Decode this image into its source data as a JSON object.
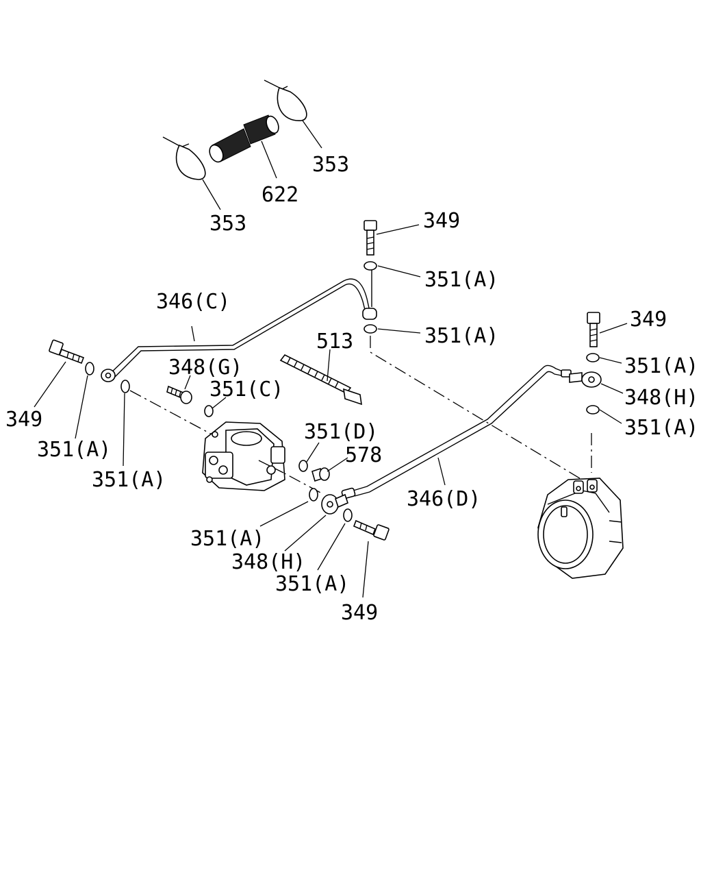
{
  "labels": {
    "clip_right": "353",
    "hose": "622",
    "clip_left": "353",
    "bolt_top": "349",
    "washer_top_1": "351(A)",
    "washer_top_2": "351(A)",
    "pipe_c": "346(C)",
    "clamp": "513",
    "bolt_right": "349",
    "washer_right_1": "351(A)",
    "eye_bolt_right": "348(H)",
    "washer_right_2": "351(A)",
    "eye_bolt_g": "348(G)",
    "washer_c": "351(C)",
    "bolt_left": "349",
    "washer_left_1": "351(A)",
    "washer_left_2": "351(A)",
    "washer_d": "351(D)",
    "plug": "578",
    "pipe_d": "346(D)",
    "washer_mid": "351(A)",
    "eye_bolt_mid": "348(H)",
    "washer_bottom": "351(A)",
    "bolt_bottom": "349"
  }
}
